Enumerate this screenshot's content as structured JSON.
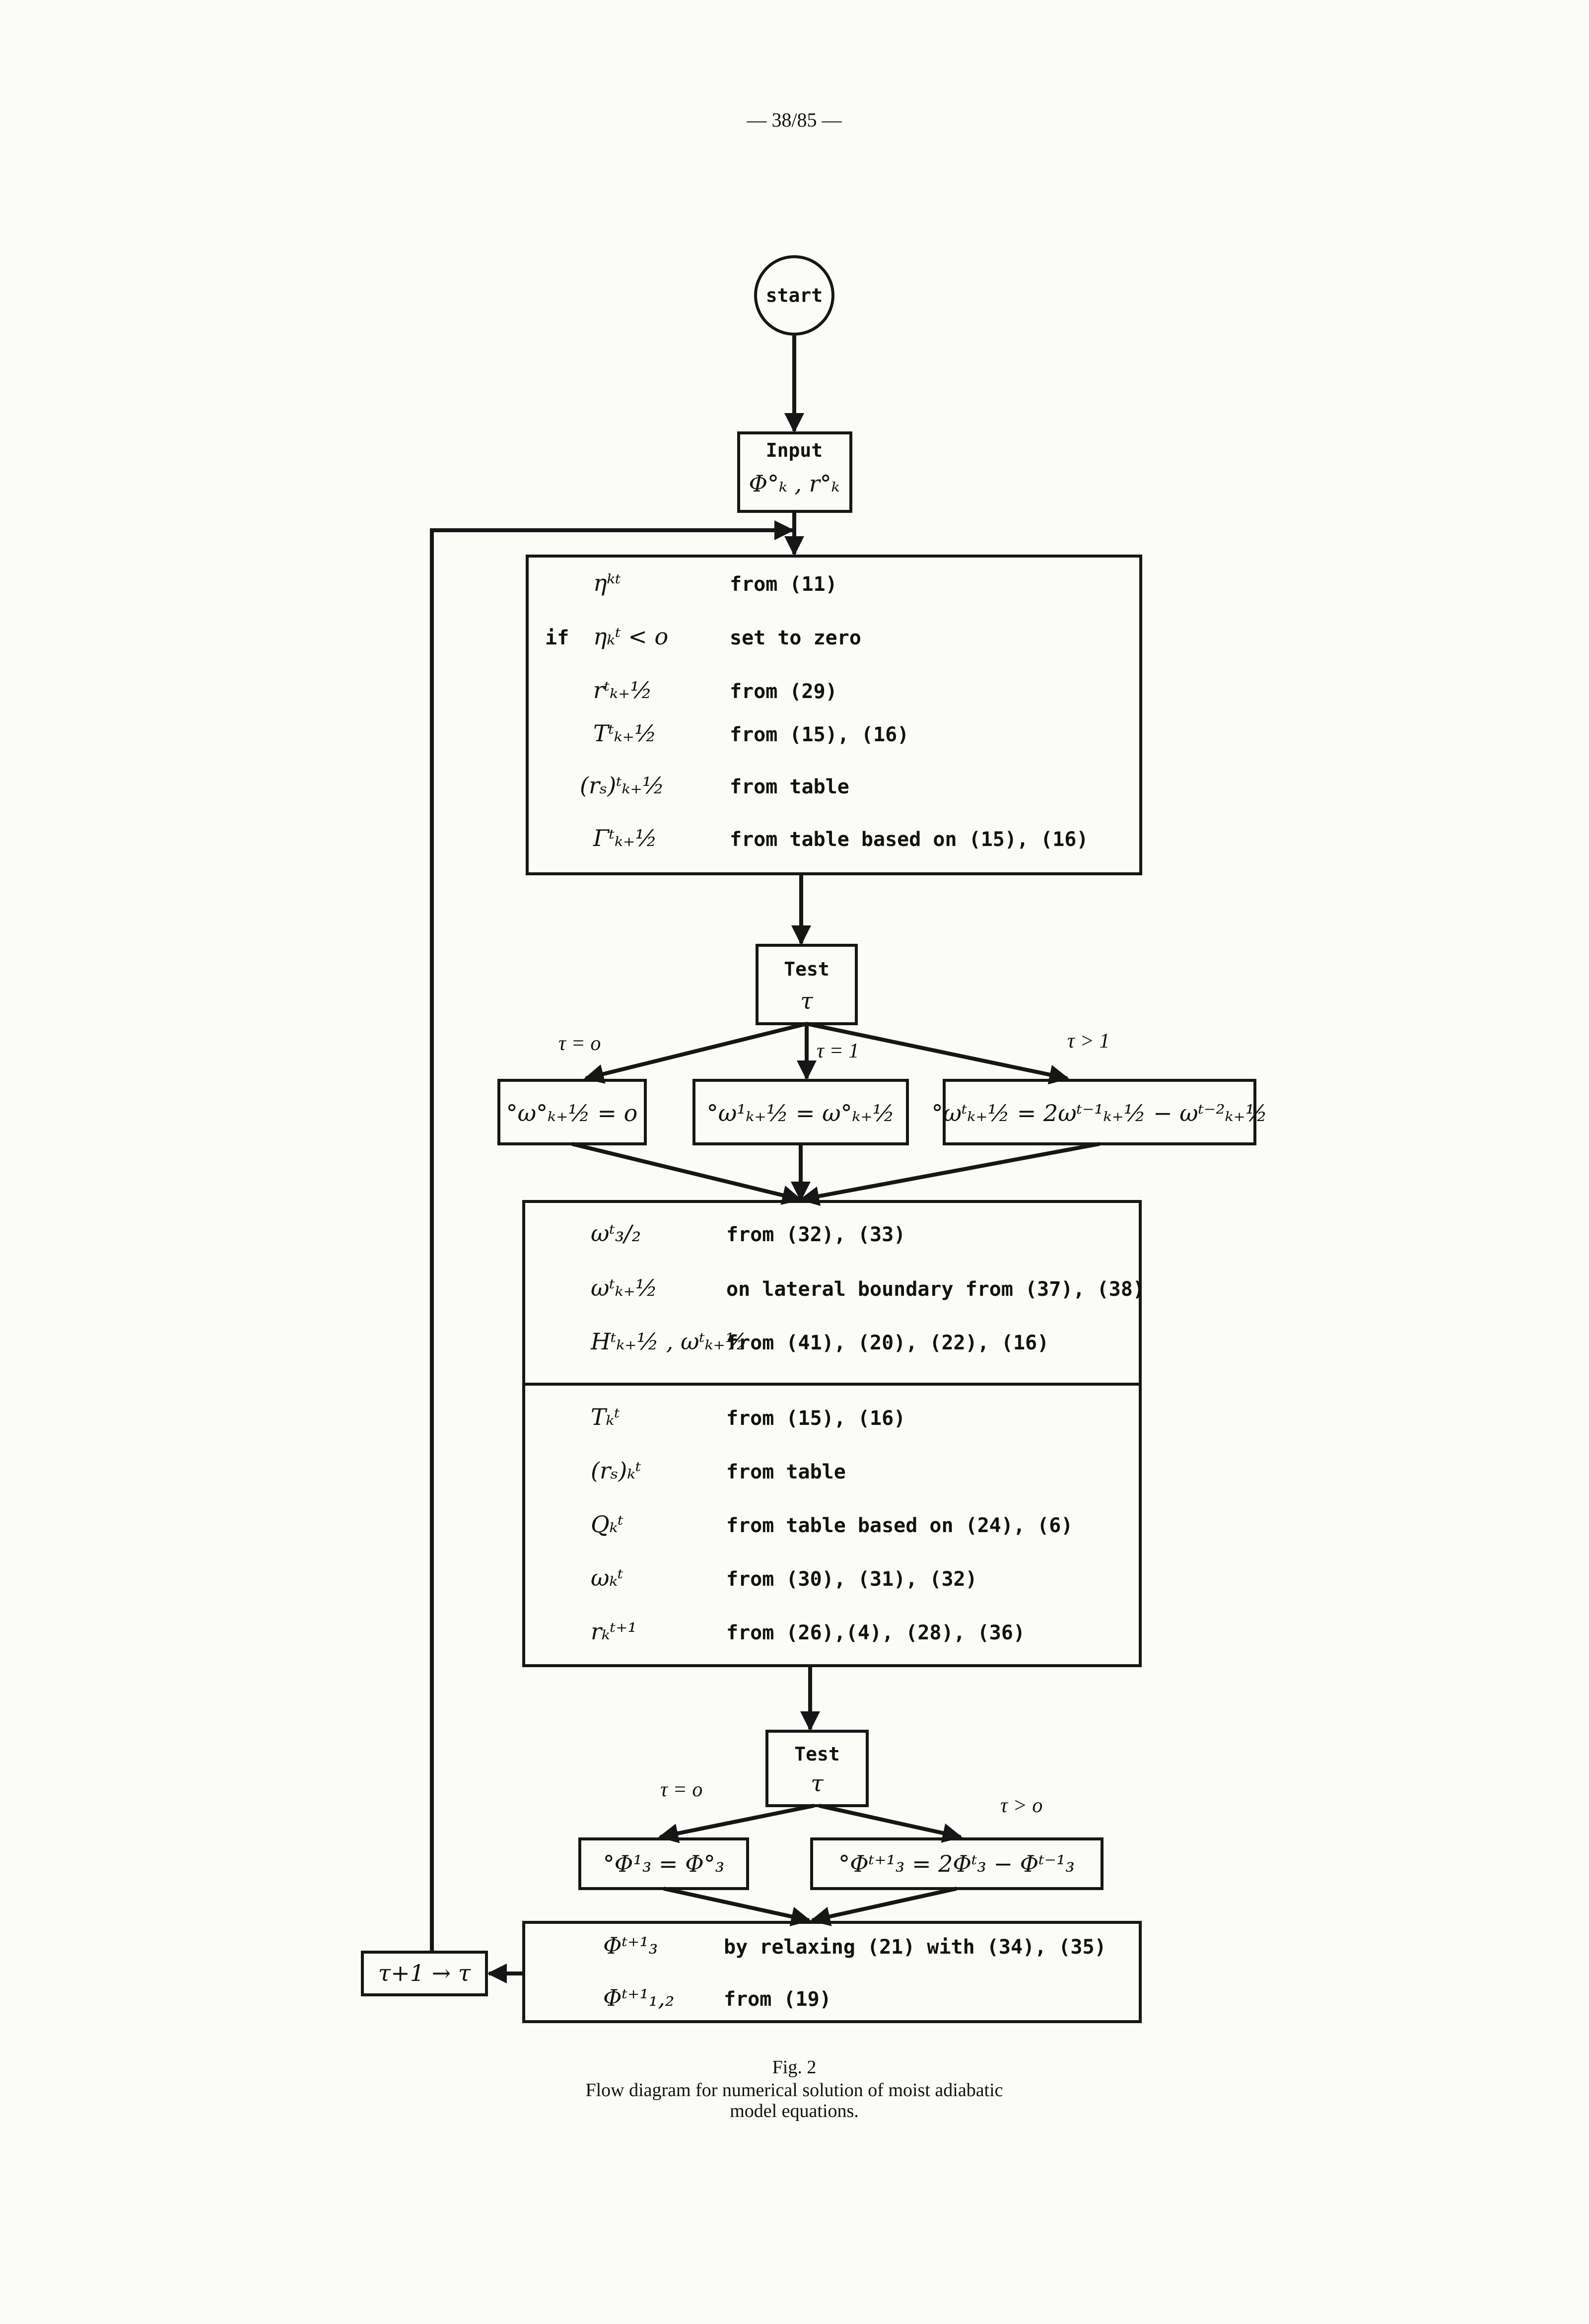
{
  "page_number": "— 38/85 —",
  "start": {
    "label": "start"
  },
  "input": {
    "title": "Input",
    "formula": "Φ°ₖ , r°ₖ"
  },
  "block1": {
    "rows": [
      {
        "prefix": "",
        "formula": "ηᵏᵗ",
        "desc": "from (11)"
      },
      {
        "prefix": "if",
        "formula": "ηₖᵗ < o",
        "desc": "set to zero"
      },
      {
        "prefix": "",
        "formula": "rᵗₖ₊½",
        "desc": "from (29)"
      },
      {
        "prefix": "",
        "formula": "Tᵗₖ₊½",
        "desc": "from (15), (16)"
      },
      {
        "prefix": "",
        "formula": "(rₛ)ᵗₖ₊½",
        "desc": "from table"
      },
      {
        "prefix": "",
        "formula": "Γᵗₖ₊½",
        "desc": "from table based on (15), (16)"
      }
    ]
  },
  "test1": {
    "title": "Test",
    "var": "τ"
  },
  "branch1": {
    "left_cond": "τ = o",
    "mid_cond": "τ = 1",
    "right_cond": "τ > 1",
    "left_box": "°ω°ₖ₊½ = o",
    "mid_box": "°ω¹ₖ₊½ = ω°ₖ₊½",
    "right_box": "°ωᵗₖ₊½ = 2ωᵗ⁻¹ₖ₊½ − ωᵗ⁻²ₖ₊½"
  },
  "block2a": {
    "rows": [
      {
        "formula": "ωᵗ₃/₂",
        "desc": "from (32), (33)"
      },
      {
        "formula": "ωᵗₖ₊½",
        "desc": "on lateral boundary from (37), (38)"
      },
      {
        "formula": "Hᵗₖ₊½ , ωᵗₖ₊½",
        "desc": "from (41), (20), (22), (16)"
      }
    ]
  },
  "block2b": {
    "rows": [
      {
        "formula": "Tₖᵗ",
        "desc": "from (15), (16)"
      },
      {
        "formula": "(rₛ)ₖᵗ",
        "desc": "from table"
      },
      {
        "formula": "Qₖᵗ",
        "desc": "from table based on (24), (6)"
      },
      {
        "formula": "ωₖᵗ",
        "desc": "from (30), (31), (32)"
      },
      {
        "formula": "rₖᵗ⁺¹",
        "desc": "from (26),(4), (28), (36)"
      }
    ]
  },
  "test2": {
    "title": "Test",
    "var": "τ"
  },
  "branch2": {
    "left_cond": "τ = o",
    "right_cond": "τ > o",
    "left_box": "°Φ¹₃ = Φ°₃",
    "right_box": "°Φᵗ⁺¹₃ = 2Φᵗ₃ − Φᵗ⁻¹₃"
  },
  "block3": {
    "rows": [
      {
        "formula": "Φᵗ⁺¹₃",
        "desc": "by relaxing (21) with (34), (35)"
      },
      {
        "formula": "Φᵗ⁺¹₁,₂",
        "desc": "from (19)"
      }
    ]
  },
  "increment": {
    "label": "τ+1 → τ"
  },
  "caption": {
    "fig": "Fig. 2",
    "line1": "Flow diagram for numerical solution of moist adiabatic",
    "line2": "model equations."
  }
}
